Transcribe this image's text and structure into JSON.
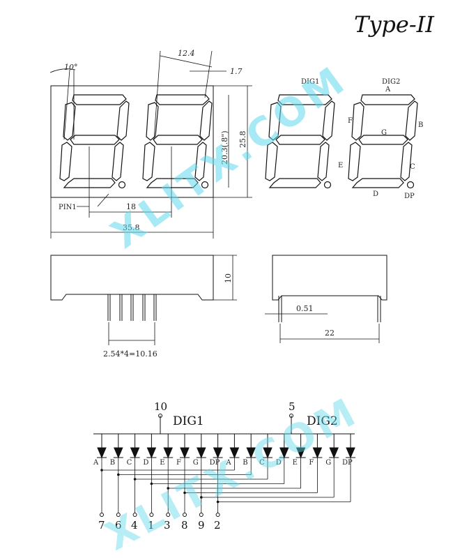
{
  "title": "Type-II",
  "watermark": "XLITX.COM",
  "watermark_color": "#5fd9ec",
  "front_view": {
    "dim_angle": "10°",
    "dim_digit_pitch": "12.4",
    "dim_seg_width": "1.7",
    "dim_digit_height": "20.3(.8\")",
    "dim_body_height": "25.8",
    "pin1_label": "PIN1",
    "dim_pin_span": "18",
    "dim_body_width": "35.8"
  },
  "segment_map": {
    "dig1_label": "DIG1",
    "dig2_label": "DIG2",
    "segments": [
      "A",
      "B",
      "C",
      "D",
      "E",
      "F",
      "G",
      "DP"
    ]
  },
  "side_view": {
    "dim_thickness": "10",
    "dim_pin_pitch": "2.54*4=10.16"
  },
  "end_view": {
    "dim_pin_dia": "0.51",
    "dim_pin_row": "22"
  },
  "schematic": {
    "dig1_label": "DIG1",
    "dig2_label": "DIG2",
    "dig1_common_pin": "10",
    "dig2_common_pin": "5",
    "segment_labels": [
      "A",
      "B",
      "C",
      "D",
      "E",
      "F",
      "G",
      "DP"
    ],
    "bottom_pins": [
      "7",
      "6",
      "4",
      "1",
      "3",
      "8",
      "9",
      "2"
    ]
  }
}
